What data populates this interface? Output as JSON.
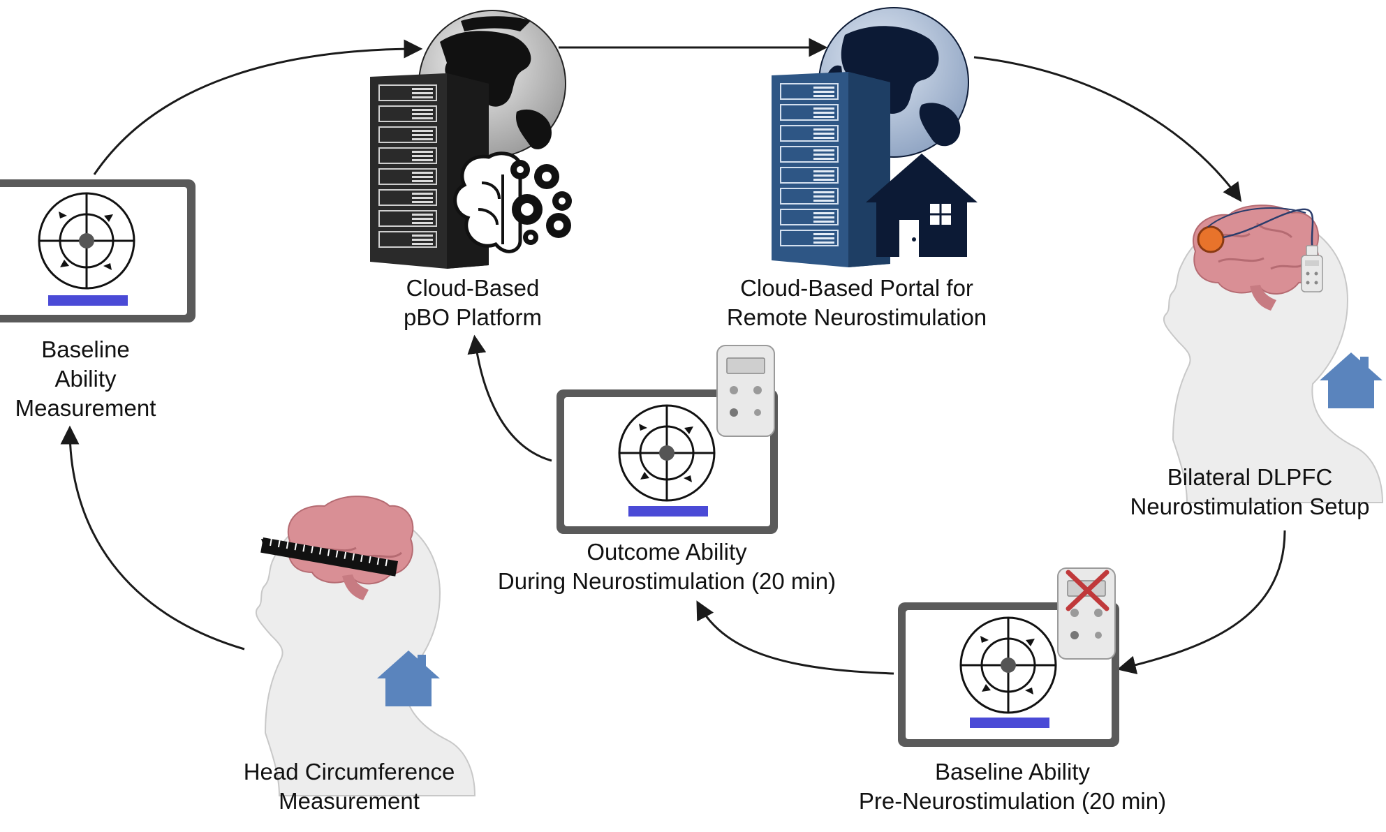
{
  "colors": {
    "arrow": "#1a1a1a",
    "screen_bar": "#4a4ad6",
    "server_dark": "#2a2a2a",
    "server_blue": "#2e5685",
    "globe_land_dark": "#0c1a35",
    "house_blue": "#5a84bd",
    "brain_pink": "#d98f95",
    "electrode_orange": "#e8732b",
    "disabled_x": "#c0393b"
  },
  "icons": [
    "tablet-target-icon",
    "server-icon",
    "globe-icon",
    "brain-gears-icon",
    "house-icon",
    "head-profile-icon",
    "brain-icon",
    "ruler-icon",
    "stimulator-device-icon",
    "electrode-icon",
    "x-mark-icon"
  ],
  "labels": {
    "baseline_ability": [
      "Baseline",
      "Ability",
      "Measurement"
    ],
    "cloud_pbo": [
      "Cloud-Based",
      "pBO Platform"
    ],
    "cloud_portal": [
      "Cloud-Based Portal for",
      "Remote Neurostimulation"
    ],
    "dlpfc_setup": [
      "Bilateral DLPFC",
      "Neurostimulation Setup"
    ],
    "outcome_ability": [
      "Outcome Ability",
      "During Neurostimulation (20 min)"
    ],
    "head_circumference": [
      "Head Circumference",
      "Measurement"
    ],
    "baseline_pre": [
      "Baseline Ability",
      "Pre-Neurostimulation (20 min)"
    ]
  }
}
